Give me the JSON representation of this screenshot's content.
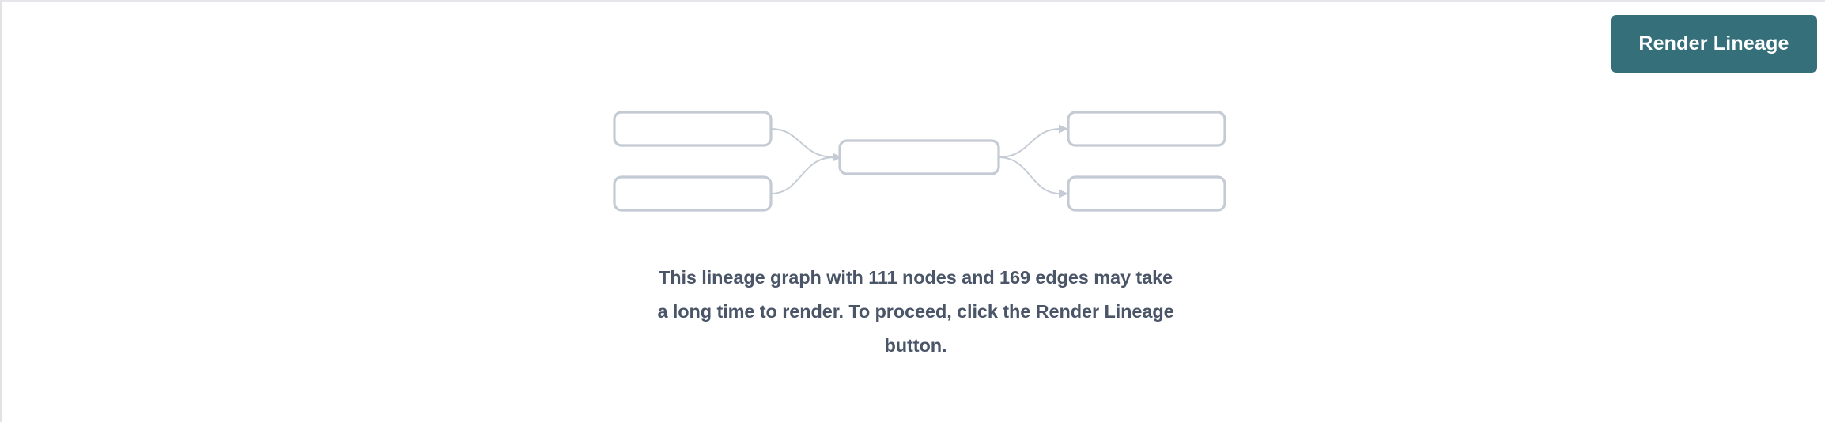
{
  "page": {
    "background_color": "#ffffff",
    "border_color": "#e4e6ea"
  },
  "toolbar": {
    "render_lineage_label": "Render Lineage",
    "render_lineage_color": "#35707a",
    "render_lineage_text_color": "#ffffff"
  },
  "lineage_placeholder": {
    "node_border_color": "#c4cbd4",
    "edge_color": "#c4cbd4",
    "nodes": [
      {
        "id": "upstream-1",
        "label": "",
        "column": "left",
        "row": "top"
      },
      {
        "id": "upstream-2",
        "label": "",
        "column": "left",
        "row": "bottom"
      },
      {
        "id": "center-1",
        "label": "",
        "column": "center",
        "row": "middle"
      },
      {
        "id": "downstream-1",
        "label": "",
        "column": "right",
        "row": "top"
      },
      {
        "id": "downstream-2",
        "label": "",
        "column": "right",
        "row": "bottom"
      }
    ],
    "edges": [
      {
        "from": "upstream-1",
        "to": "center-1"
      },
      {
        "from": "upstream-2",
        "to": "center-1"
      },
      {
        "from": "center-1",
        "to": "downstream-1"
      },
      {
        "from": "center-1",
        "to": "downstream-2"
      }
    ]
  },
  "warning": {
    "node_count": 111,
    "edge_count": 169,
    "text_color": "#4a5568",
    "line_1": "This lineage graph with 111 nodes and 169 edges may take",
    "line_2": "a long time to render. To proceed, click the Render Lineage",
    "line_3": "button."
  }
}
